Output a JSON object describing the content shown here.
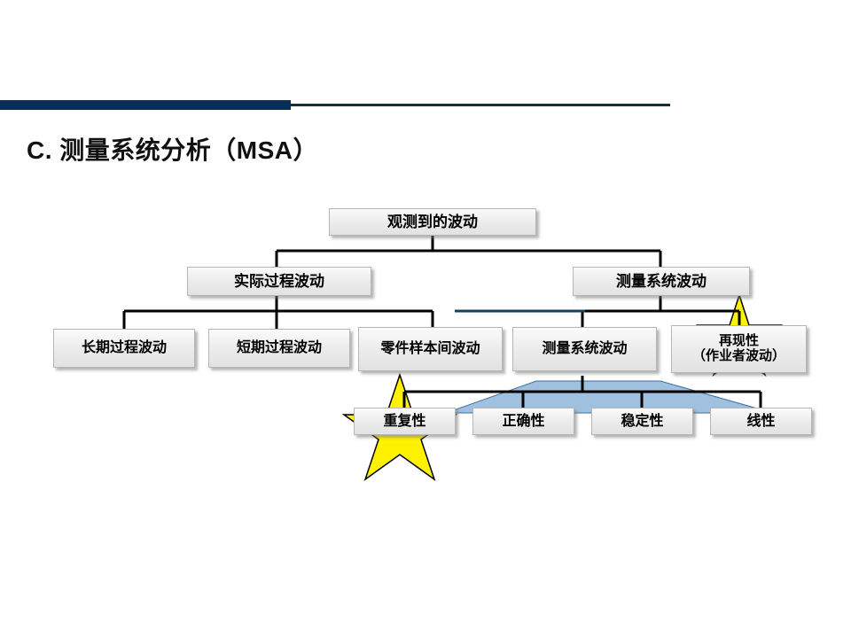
{
  "slide": {
    "title": "C. 测量系统分析（MSA）",
    "background_color": "#ffffff",
    "header_accent_color": "#0a2e5c",
    "header_line_color": "#12303f"
  },
  "diagram": {
    "type": "tree",
    "accent_star_color": "#FFF200",
    "accent_wedge_color": "#9FC0DE",
    "connector_color": "#000000",
    "connector_highlight_color": "#14425f",
    "nodes": [
      {
        "id": "observed",
        "label": "观测到的波动",
        "level": 1
      },
      {
        "id": "actual-process",
        "label": "实际过程波动",
        "level": 2
      },
      {
        "id": "measurement-sys",
        "label": "测量系统波动",
        "level": 2
      },
      {
        "id": "long-term",
        "label": "长期过程波动",
        "level": 3
      },
      {
        "id": "short-term",
        "label": "短期过程波动",
        "level": 3
      },
      {
        "id": "part-to-part",
        "label": "零件样本间波动",
        "level": 3
      },
      {
        "id": "ms-variation",
        "label": "测量系统波动",
        "level": 3
      },
      {
        "id": "reproducibility",
        "label": "再现性\n（作业者波动）",
        "level": 3
      },
      {
        "id": "repeatability",
        "label": "重复性",
        "level": 4
      },
      {
        "id": "accuracy",
        "label": "正确性",
        "level": 4
      },
      {
        "id": "stability",
        "label": "稳定性",
        "level": 4
      },
      {
        "id": "linearity",
        "label": "线性",
        "level": 4
      }
    ],
    "edges": [
      {
        "from": "observed",
        "to": "actual-process"
      },
      {
        "from": "observed",
        "to": "measurement-sys"
      },
      {
        "from": "actual-process",
        "to": "long-term"
      },
      {
        "from": "actual-process",
        "to": "short-term"
      },
      {
        "from": "actual-process",
        "to": "part-to-part"
      },
      {
        "from": "measurement-sys",
        "to": "ms-variation"
      },
      {
        "from": "measurement-sys",
        "to": "reproducibility"
      },
      {
        "from": "ms-variation",
        "to": "repeatability"
      },
      {
        "from": "ms-variation",
        "to": "accuracy"
      },
      {
        "from": "ms-variation",
        "to": "stability"
      },
      {
        "from": "ms-variation",
        "to": "linearity"
      }
    ],
    "highlights": [
      {
        "target": "repeatability",
        "shape": "star"
      },
      {
        "target": "reproducibility",
        "shape": "star"
      }
    ]
  }
}
